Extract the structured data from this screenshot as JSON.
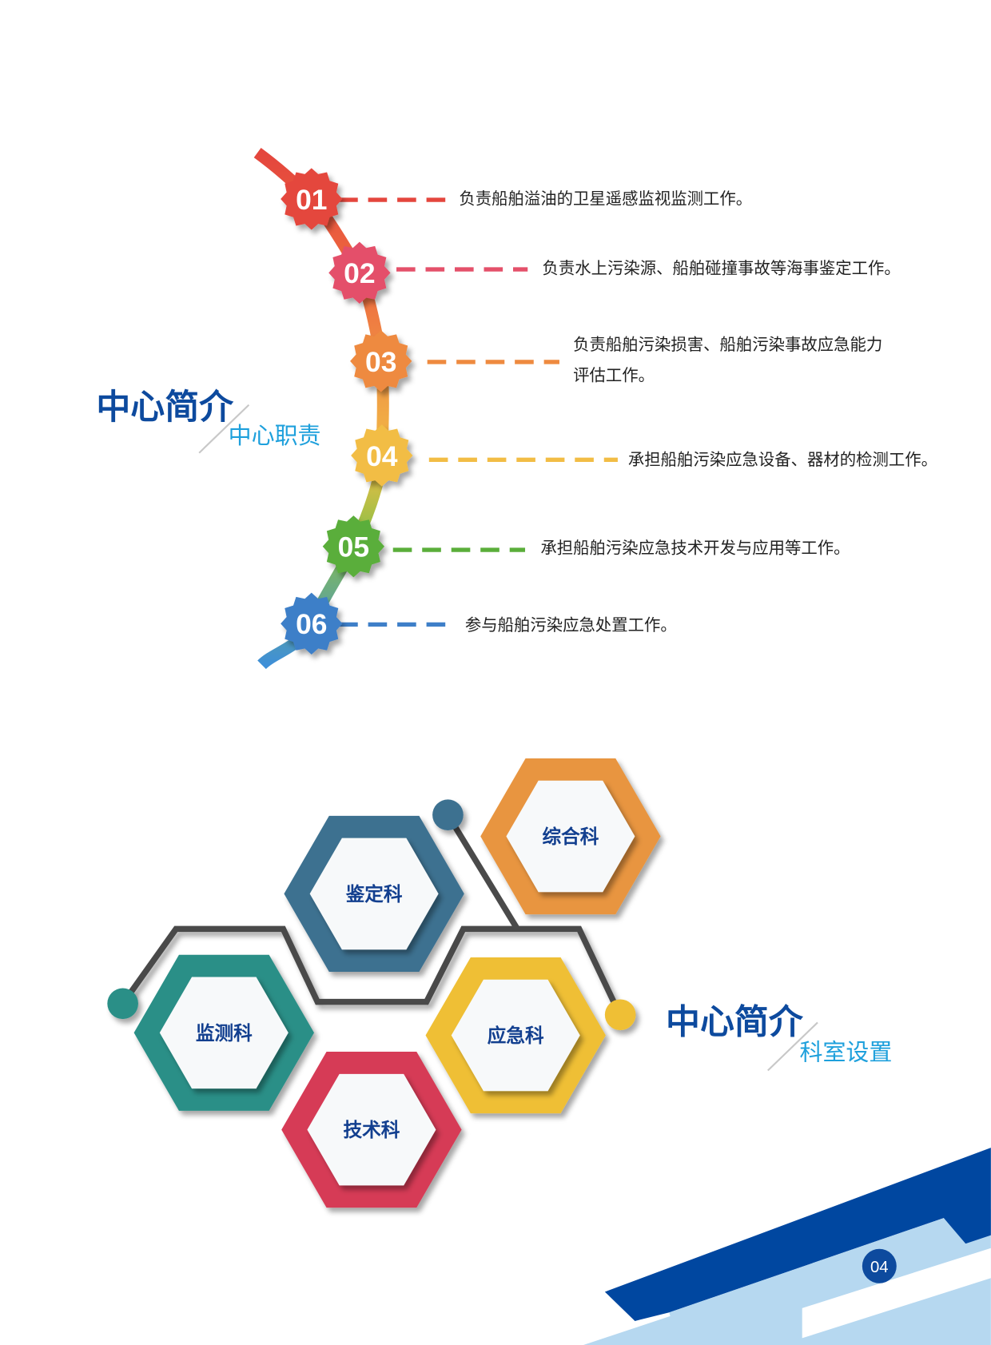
{
  "section1": {
    "title": "中心简介",
    "subtitle": "中心职责",
    "items": [
      {
        "num": "01",
        "text": "负责船舶溢油的卫星遥感监视监测工作。",
        "color": "#e4463d"
      },
      {
        "num": "02",
        "text": "负责水上污染源、船舶碰撞事故等海事鉴定工作。",
        "color": "#e4506a"
      },
      {
        "num": "03",
        "text": "负责船舶污染损害、船舶污染事故应急能力",
        "text2": "评估工作。",
        "color": "#ee8a3f"
      },
      {
        "num": "04",
        "text": "承担船舶污染应急设备、器材的检测工作。",
        "color": "#f2bd45"
      },
      {
        "num": "05",
        "text": "承担船舶污染应急技术开发与应用等工作。",
        "color": "#5aae3a"
      },
      {
        "num": "06",
        "text": "参与船舶污染应急处置工作。",
        "color": "#3e7fc8"
      }
    ]
  },
  "section2": {
    "title": "中心简介",
    "subtitle": "科室设置",
    "departments": [
      {
        "name": "综合科",
        "color": "#e8953f"
      },
      {
        "name": "鉴定科",
        "color": "#3d7190"
      },
      {
        "name": "监测科",
        "color": "#2a8f87"
      },
      {
        "name": "应急科",
        "color": "#efbf35"
      },
      {
        "name": "技术科",
        "color": "#d63a56"
      }
    ]
  },
  "page_number": "04",
  "colors": {
    "dark_blue": "#0d4a9e",
    "light_blue": "#b6d8f0",
    "accent_blue": "#1ea0dc"
  }
}
